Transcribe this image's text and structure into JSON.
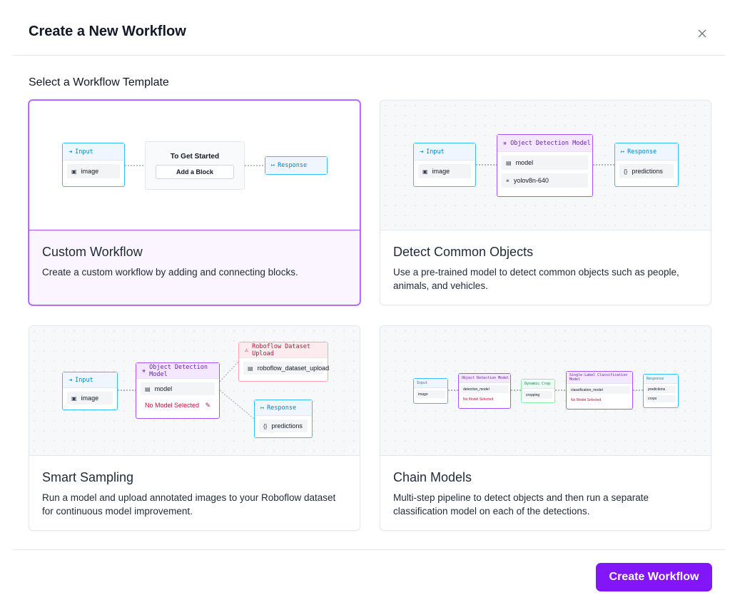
{
  "modal": {
    "title": "Create a New Workflow",
    "section_title": "Select a Workflow Template",
    "create_button": "Create Workflow"
  },
  "colors": {
    "accent": "#8315f9",
    "selected_border": "#a855f7"
  },
  "templates": [
    {
      "title": "Custom Workflow",
      "description": "Create a custom workflow by adding and connecting blocks.",
      "selected": true,
      "preview": {
        "input_label": "Input",
        "input_row": "image",
        "center_title": "To Get Started",
        "center_button": "Add a Block",
        "response_label": "Response"
      }
    },
    {
      "title": "Detect Common Objects",
      "description": "Use a pre-trained model to detect common objects such as people, animals, and vehicles.",
      "selected": false,
      "preview": {
        "input_label": "Input",
        "input_row": "image",
        "model_label": "Object Detection Model",
        "model_row": "model",
        "model_id": "yolov8n-640",
        "response_label": "Response",
        "response_row": "predictions"
      }
    },
    {
      "title": "Smart Sampling",
      "description": "Run a model and upload annotated images to your Roboflow dataset for continuous model improvement.",
      "selected": false,
      "preview": {
        "input_label": "Input",
        "input_row": "image",
        "model_label": "Object Detection Model",
        "model_row": "model",
        "model_warning": "No Model Selected",
        "upload_label": "Roboflow Dataset Upload",
        "upload_row": "roboflow_dataset_upload",
        "response_label": "Response",
        "response_row": "predictions"
      }
    },
    {
      "title": "Chain Models",
      "description": "Multi-step pipeline to detect objects and then run a separate classification model on each of the detections.",
      "selected": false,
      "preview": {
        "input_label": "Input",
        "input_row": "image",
        "det_label": "Object Detection Model",
        "det_row": "detection_model",
        "det_warning": "No Model Selected",
        "crop_label": "Dynamic Crop",
        "crop_row": "cropping",
        "cls_label": "Single-Label Classification Model",
        "cls_row": "classification_model",
        "cls_warning": "No Model Selected",
        "response_label": "Response",
        "response_row1": "predictions",
        "response_row2": "crops"
      }
    }
  ]
}
